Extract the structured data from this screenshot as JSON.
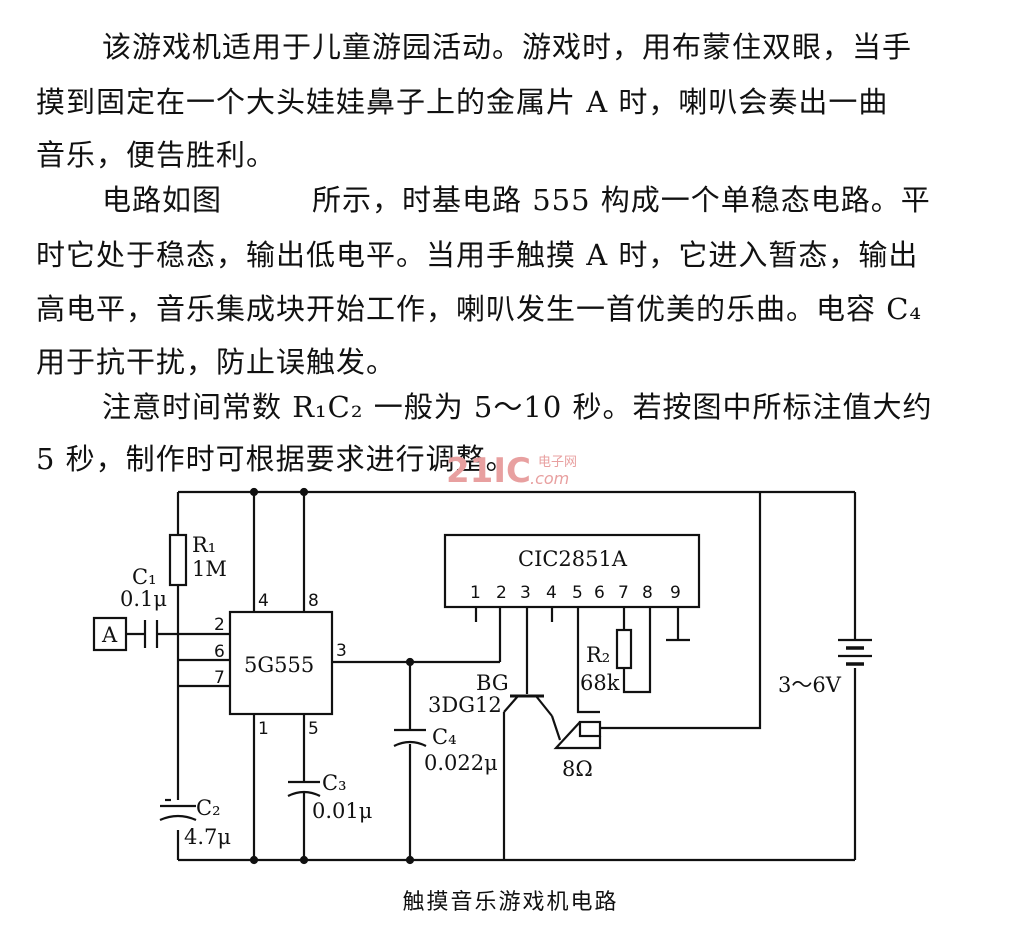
{
  "paragraphs": [
    {
      "lines": [
        "该游戏机适用于儿童游园活动。游戏时，用布蒙住双眼，当手",
        "摸到固定在一个大头娃娃鼻子上的金属片 A 时，喇叭会奏出一曲",
        "音乐，便告胜利。"
      ]
    },
    {
      "lines": [
        "电路如图　　　所示，时基电路 555 构成一个单稳态电路。平",
        "时它处于稳态，输出低电平。当用手触摸 A 时，它进入暂态，输出",
        "高电平，音乐集成块开始工作，喇叭发生一首优美的乐曲。电容 C₄",
        "用于抗干扰，防止误触发。"
      ]
    },
    {
      "lines": [
        "注意时间常数 R₁C₂ 一般为 5～10 秒。若按图中所标注值大约",
        "5 秒，制作时可根据要求进行调整。"
      ]
    }
  ],
  "watermark": {
    "logo": "21IC",
    "sub1": "电子网",
    "sub2": ".com"
  },
  "circuit": {
    "ic555": {
      "name": "5G555",
      "pins": [
        "4",
        "8",
        "2",
        "6",
        "7",
        "3",
        "1",
        "5"
      ]
    },
    "music_ic": {
      "name": "CIC2851A",
      "pins": [
        "1",
        "2",
        "3",
        "4",
        "5",
        "6",
        "7",
        "8",
        "9"
      ]
    },
    "R1": {
      "ref": "R₁",
      "value": "1M"
    },
    "R2": {
      "ref": "R₂",
      "value": "68k"
    },
    "C1": {
      "ref": "C₁",
      "value": "0.1μ"
    },
    "C2": {
      "ref": "C₂",
      "value": "4.7μ"
    },
    "C3": {
      "ref": "C₃",
      "value": "0.01μ"
    },
    "C4": {
      "ref": "C₄",
      "value": "0.022μ"
    },
    "transistor": {
      "ref": "BG",
      "model": "3DG12"
    },
    "speaker": {
      "value": "8Ω"
    },
    "battery": {
      "value": "3～6V"
    },
    "touch_plate": {
      "label": "A"
    }
  },
  "caption": "触摸音乐游戏机电路"
}
